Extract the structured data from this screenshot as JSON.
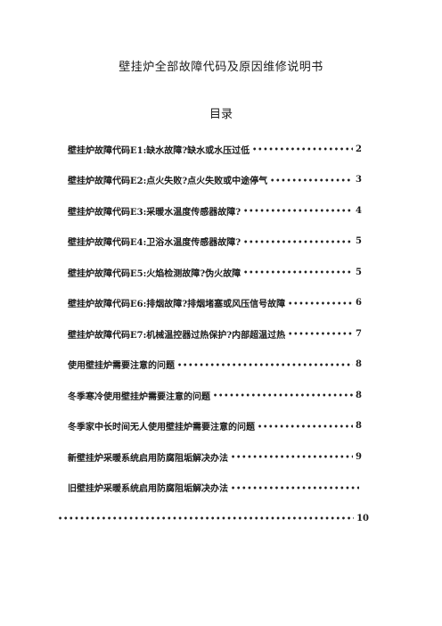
{
  "document": {
    "title": "壁挂炉全部故障代码及原因维修说明书",
    "toc_heading": "目录"
  },
  "toc": [
    {
      "text": "壁挂炉故障代码E1:缺水故障?缺水或水压过低",
      "page": "2"
    },
    {
      "text": "壁挂炉故障代码E2:点火失败?点火失败或中途停气",
      "page": "3"
    },
    {
      "text": "壁挂炉故障代码E3:采暖水温度传感器故障?",
      "page": "4"
    },
    {
      "text": "壁挂炉故障代码E4:卫浴水温度传感器故障?",
      "page": "5"
    },
    {
      "text": "壁挂炉故障代码E5:火焰检测故障?伪火故障",
      "page": "5"
    },
    {
      "text": "壁挂炉故障代码E6:排烟故障?排烟堵塞或风压信号故障",
      "page": "6"
    },
    {
      "text": "壁挂炉故障代码E7:机械温控器过热保护?内部超温过热",
      "page": "7"
    },
    {
      "text": "使用壁挂炉需要注意的问题",
      "page": "8"
    },
    {
      "text": "冬季寒冷使用壁挂炉需要注意的问题",
      "page": "8"
    },
    {
      "text": "冬季家中长时间无人使用壁挂炉需要注意的问题",
      "page": "8"
    },
    {
      "text": "新壁挂炉采暖系统启用防腐阻垢解决办法",
      "page": "9"
    },
    {
      "text": "旧壁挂炉采暖系统启用防腐阻垢解决办法",
      "page": "10"
    }
  ]
}
